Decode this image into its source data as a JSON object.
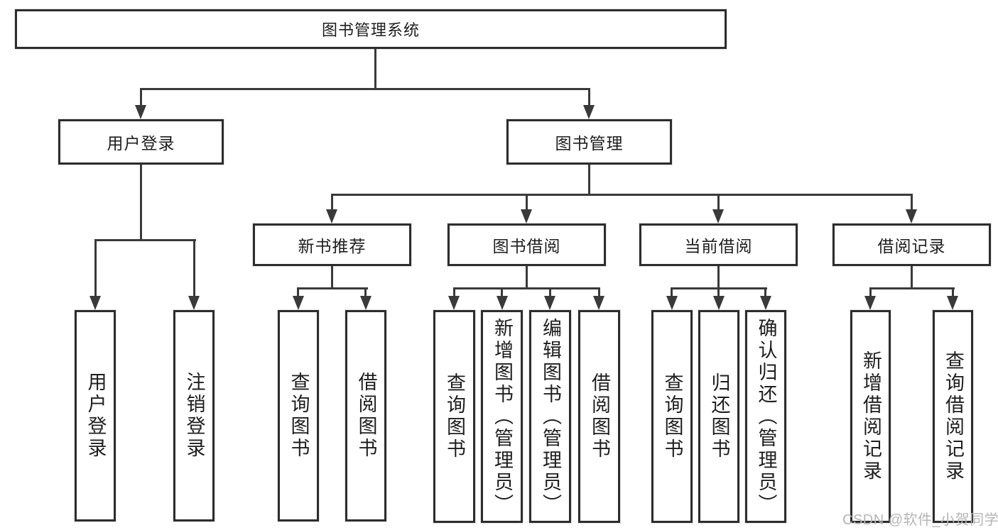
{
  "root": {
    "label": "图书管理系统"
  },
  "level2": {
    "user_login": {
      "label": "用户登录"
    },
    "book_mgmt": {
      "label": "图书管理"
    }
  },
  "level3": {
    "new_book": {
      "label": "新书推荐"
    },
    "book_borrow": {
      "label": "图书借阅"
    },
    "current_borrow": {
      "label": "当前借阅"
    },
    "borrow_record": {
      "label": "借阅记录"
    }
  },
  "leaves": {
    "user_login": [
      "用户登录",
      "注销登录"
    ],
    "new_book": [
      "查询图书",
      "借阅图书"
    ],
    "book_borrow": [
      "查询图书",
      "新增图书（管理员）",
      "编辑图书（管理员）",
      "借阅图书"
    ],
    "current_borrow": [
      "查询图书",
      "归还图书",
      "确认归还（管理员）"
    ],
    "borrow_record": [
      "新增借阅记录",
      "查询借阅记录"
    ]
  },
  "watermark": {
    "label": "CSDN @软件_小贺同学",
    "color": "#b5b5b5"
  },
  "colors": {
    "line": "#3a3a3a",
    "box_border": "#2d2d2d",
    "text": "#1e1e1e",
    "background": "#ffffff"
  }
}
